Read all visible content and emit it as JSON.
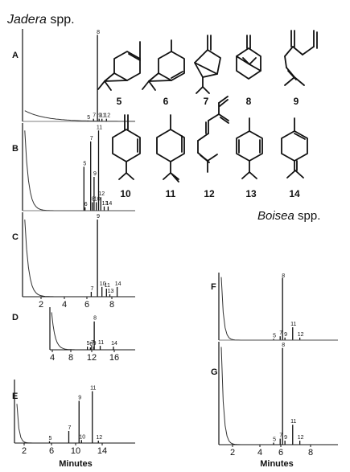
{
  "figure": {
    "jadera_title_genus": "Jadera",
    "jadera_title_suffix": " spp.",
    "boisea_title_genus": "Boisea",
    "boisea_title_suffix": " spp.",
    "time_axis_label": "Minutes"
  },
  "compounds": [
    {
      "number": "5"
    },
    {
      "number": "6"
    },
    {
      "number": "7"
    },
    {
      "number": "8"
    },
    {
      "number": "9"
    },
    {
      "number": "10"
    },
    {
      "number": "11"
    },
    {
      "number": "12"
    },
    {
      "number": "13"
    },
    {
      "number": "14"
    }
  ],
  "chart_data": [
    {
      "type": "line",
      "panel": "A",
      "xlabel": "",
      "ylabel": "",
      "x_ticks": [],
      "ylim": [
        0,
        1
      ],
      "baseline_start": 0.12,
      "baseline_decay": 0.55,
      "peaks": [
        {
          "label": "5",
          "t": 0.58,
          "h": 0.01
        },
        {
          "label": "7",
          "t": 0.63,
          "h": 0.03
        },
        {
          "label": "8",
          "t": 0.665,
          "h": 0.97
        },
        {
          "label": "9",
          "t": 0.68,
          "h": 0.03
        },
        {
          "label": "11",
          "t": 0.705,
          "h": 0.03
        },
        {
          "label": "12",
          "t": 0.745,
          "h": 0.03
        }
      ]
    },
    {
      "type": "line",
      "panel": "B",
      "xlabel": "",
      "ylabel": "",
      "x_ticks": [],
      "ylim": [
        0,
        1
      ],
      "baseline_start": 0.95,
      "baseline_decay": 0.1,
      "peaks": [
        {
          "label": "5",
          "t": 0.545,
          "h": 0.52
        },
        {
          "label": "6",
          "t": 0.555,
          "h": 0.04
        },
        {
          "label": "7",
          "t": 0.605,
          "h": 0.82
        },
        {
          "label": "8",
          "t": 0.62,
          "h": 0.1
        },
        {
          "label": "9",
          "t": 0.635,
          "h": 0.4
        },
        {
          "label": "10",
          "t": 0.655,
          "h": 0.1
        },
        {
          "label": "11",
          "t": 0.675,
          "h": 0.95
        },
        {
          "label": "12",
          "t": 0.695,
          "h": 0.16
        },
        {
          "label": "13",
          "t": 0.725,
          "h": 0.05
        },
        {
          "label": "14",
          "t": 0.76,
          "h": 0.05
        }
      ]
    },
    {
      "type": "line",
      "panel": "C",
      "xlabel": "",
      "ylabel": "",
      "x_ticks": [
        "2",
        "4",
        "6",
        "8"
      ],
      "ylim": [
        0,
        1
      ],
      "baseline_start": 0.95,
      "baseline_decay": 0.1,
      "peaks": [
        {
          "label": "7",
          "t": 0.61,
          "h": 0.06
        },
        {
          "label": "9",
          "t": 0.665,
          "h": 0.95
        },
        {
          "label": "10",
          "t": 0.705,
          "h": 0.12
        },
        {
          "label": "11",
          "t": 0.745,
          "h": 0.1
        },
        {
          "label": "13",
          "t": 0.775,
          "h": 0.03
        },
        {
          "label": "14",
          "t": 0.84,
          "h": 0.12
        }
      ]
    },
    {
      "type": "line",
      "panel": "D",
      "xlabel": "",
      "ylabel": "",
      "x_ticks": [
        "4",
        "8",
        "12",
        "16"
      ],
      "ylim": [
        0,
        1
      ],
      "baseline_start": 0.95,
      "baseline_decay": 0.12,
      "peaks": [
        {
          "label": "5",
          "t": 0.44,
          "h": 0.08
        },
        {
          "label": "6",
          "t": 0.475,
          "h": 0.06
        },
        {
          "label": "7",
          "t": 0.49,
          "h": 0.1
        },
        {
          "label": "9",
          "t": 0.515,
          "h": 0.08
        },
        {
          "label": "8",
          "t": 0.52,
          "h": 0.72
        },
        {
          "label": "11",
          "t": 0.59,
          "h": 0.1
        },
        {
          "label": "14",
          "t": 0.745,
          "h": 0.08
        }
      ]
    },
    {
      "type": "line",
      "panel": "E",
      "xlabel": "Minutes",
      "ylabel": "",
      "x_ticks": [
        "2",
        "6",
        "10",
        "14"
      ],
      "ylim": [
        0,
        1
      ],
      "baseline_start": 0.65,
      "baseline_decay": 0.05,
      "peaks": [
        {
          "label": "5",
          "t": 0.29,
          "h": 0.03
        },
        {
          "label": "7",
          "t": 0.45,
          "h": 0.2
        },
        {
          "label": "9",
          "t": 0.535,
          "h": 0.7
        },
        {
          "label": "10",
          "t": 0.555,
          "h": 0.05
        },
        {
          "label": "11",
          "t": 0.645,
          "h": 0.86
        },
        {
          "label": "12",
          "t": 0.695,
          "h": 0.04
        }
      ]
    },
    {
      "type": "line",
      "panel": "F",
      "xlabel": "",
      "ylabel": "",
      "x_ticks": [],
      "ylim": [
        0,
        1
      ],
      "baseline_start": 0.98,
      "baseline_decay": 0.06,
      "peaks": [
        {
          "label": "5",
          "t": 0.46,
          "h": 0.02
        },
        {
          "label": "7",
          "t": 0.515,
          "h": 0.06
        },
        {
          "label": "8",
          "t": 0.535,
          "h": 0.97
        },
        {
          "label": "9",
          "t": 0.555,
          "h": 0.04
        },
        {
          "label": "11",
          "t": 0.62,
          "h": 0.2
        },
        {
          "label": "12",
          "t": 0.68,
          "h": 0.04
        }
      ]
    },
    {
      "type": "line",
      "panel": "G",
      "xlabel": "Minutes",
      "ylabel": "",
      "x_ticks": [
        "2",
        "4",
        "6",
        "8"
      ],
      "ylim": [
        0,
        1
      ],
      "baseline_start": 0.98,
      "baseline_decay": 0.06,
      "peaks": [
        {
          "label": "5",
          "t": 0.46,
          "h": 0.02
        },
        {
          "label": "7",
          "t": 0.515,
          "h": 0.06
        },
        {
          "label": "8",
          "t": 0.535,
          "h": 0.97
        },
        {
          "label": "9",
          "t": 0.555,
          "h": 0.04
        },
        {
          "label": "11",
          "t": 0.62,
          "h": 0.2
        },
        {
          "label": "12",
          "t": 0.68,
          "h": 0.04
        }
      ]
    }
  ]
}
